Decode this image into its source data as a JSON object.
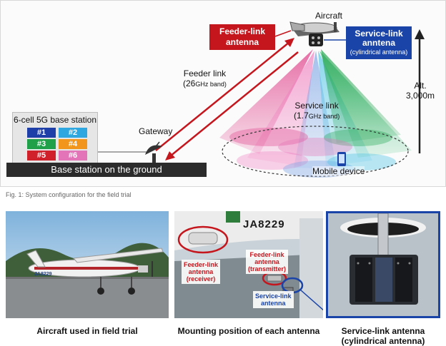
{
  "diagram": {
    "aircraft_label": "Aircraft",
    "feeder_antenna_callout": [
      "Feeder-link",
      "antenna"
    ],
    "service_antenna_callout": [
      "Service-link",
      "anntena",
      "(cylindrical antenna)"
    ],
    "altitude": [
      "Alt.",
      "3,000m"
    ],
    "feeder_link": [
      "Feeder link",
      "(26",
      "GHz band)"
    ],
    "service_link": [
      "Service link",
      "(1.7",
      "GHz band)"
    ],
    "gateway_label": "Gateway",
    "mobile_label": "Mobile device",
    "base_station_title": "6-cell 5G base station",
    "cells": [
      {
        "label": "#1",
        "color": "#1f3fa8"
      },
      {
        "label": "#2",
        "color": "#2ea7e0"
      },
      {
        "label": "#3",
        "color": "#21a04a"
      },
      {
        "label": "#4",
        "color": "#f2951c"
      },
      {
        "label": "#5",
        "color": "#d0202a"
      },
      {
        "label": "#6",
        "color": "#e474b8"
      }
    ],
    "ground_label": "Base station on the ground",
    "beam_colors": [
      "#e0408a",
      "#f07fbf",
      "#8fb4e8",
      "#6fd0e8",
      "#3fbf7a",
      "#1ea34c"
    ],
    "feeder_color": "#c5161d"
  },
  "figure_caption": "Fig. 1: System configuration for the field trial",
  "photos": {
    "aircraft": {
      "title": "Aircraft used in field trial",
      "registration": "JA8229"
    },
    "mounting": {
      "title": "Mounting position of each antenna",
      "registration": "JA8229",
      "labels": {
        "receiver": [
          "Feeder-link",
          "antenna",
          "(receiver)"
        ],
        "transmitter": [
          "Feeder-link",
          "antenna",
          "(transmitter)"
        ],
        "service": [
          "Service-link",
          "antenna"
        ]
      }
    },
    "service_antenna": {
      "title": [
        "Service-link antenna",
        "(cylindrical antenna)"
      ]
    }
  }
}
